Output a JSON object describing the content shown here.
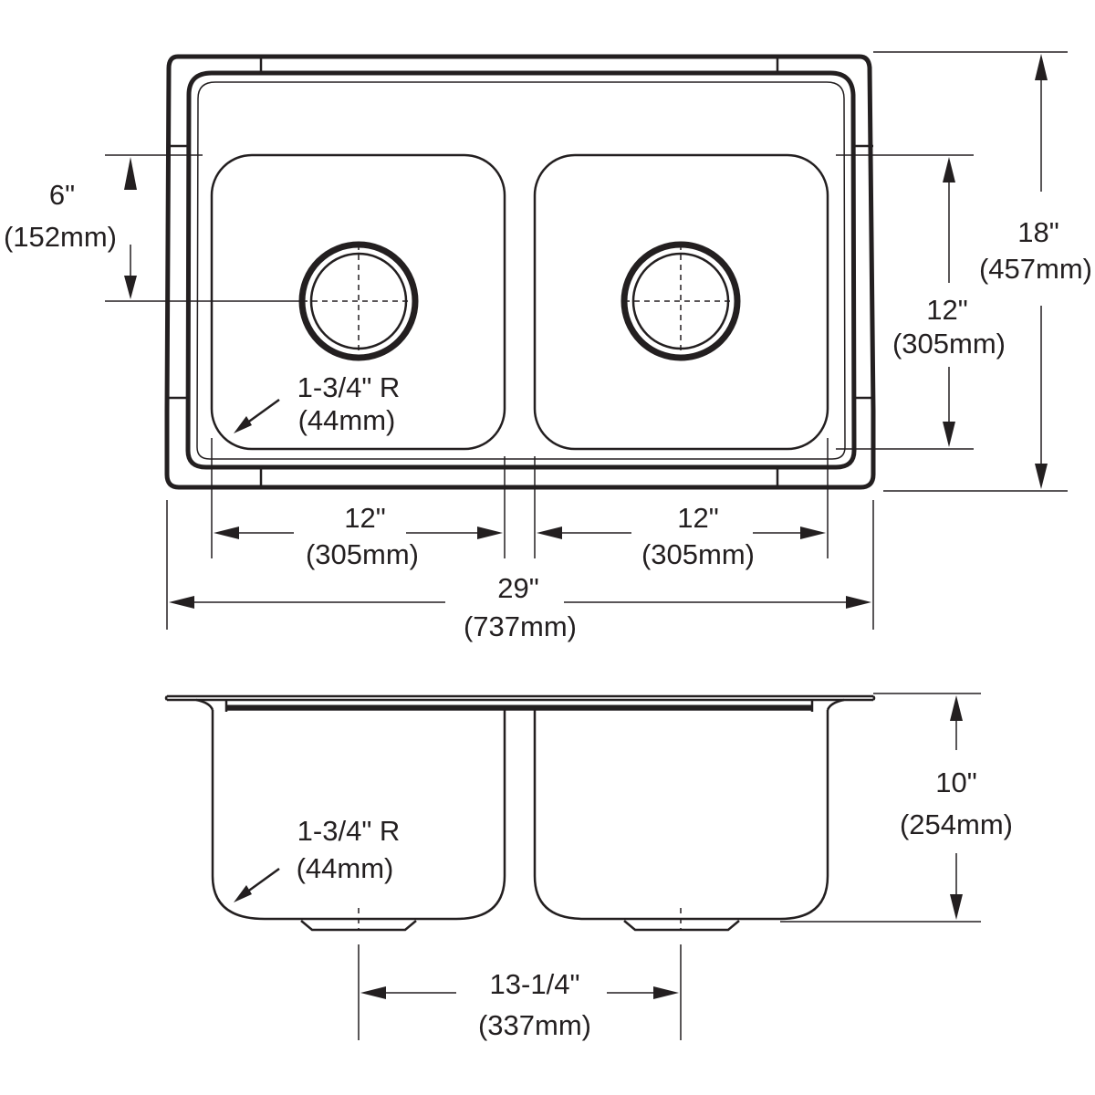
{
  "top_view": {
    "bowl_left_width": {
      "in": "12\"",
      "mm": "(305mm)"
    },
    "bowl_right_width": {
      "in": "12\"",
      "mm": "(305mm)"
    },
    "overall_width": {
      "in": "29\"",
      "mm": "(737mm)"
    },
    "overall_depth": {
      "in": "18\"",
      "mm": "(457mm)"
    },
    "bowl_depth": {
      "in": "12\"",
      "mm": "(305mm)"
    },
    "drain_offset": {
      "in": "6\"",
      "mm": "(152mm)"
    },
    "corner_radius": {
      "in": "1-3/4\" R",
      "mm": "(44mm)"
    }
  },
  "side_view": {
    "bowl_height": {
      "in": "10\"",
      "mm": "(254mm)"
    },
    "drain_spacing": {
      "in": "13-1/4\"",
      "mm": "(337mm)"
    },
    "corner_radius": {
      "in": "1-3/4\" R",
      "mm": "(44mm)"
    }
  }
}
